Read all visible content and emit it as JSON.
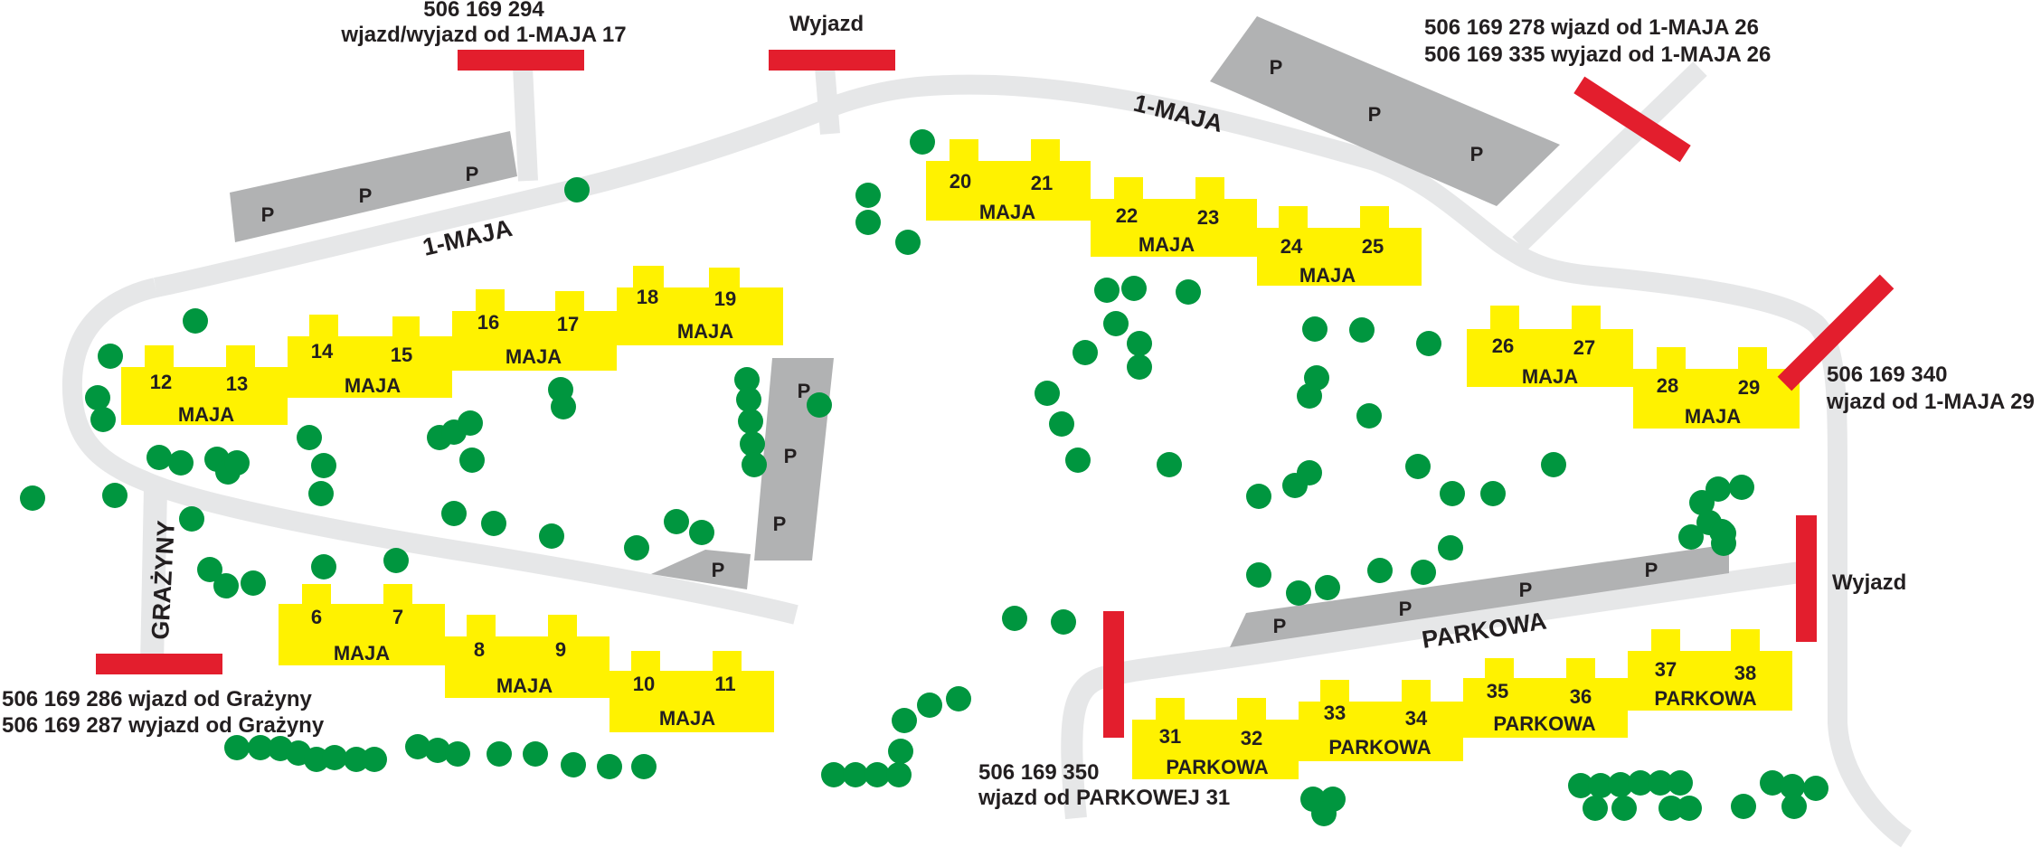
{
  "map": {
    "colors": {
      "road": "#e6e7e8",
      "parking": "#b1b2b3",
      "building": "#fff200",
      "tree": "#00963f",
      "gate_bar": "#e31e2d",
      "text": "#231f20"
    },
    "road_labels": {
      "maja_west": "1-MAJA",
      "maja_east": "1-MAJA",
      "grazyny": "GRAŻYNY",
      "parkowa": "PARKOWA"
    },
    "parking_label": "P",
    "buildings": [
      {
        "numbers": [
          "12",
          "13"
        ],
        "street": "MAJA"
      },
      {
        "numbers": [
          "14",
          "15"
        ],
        "street": "MAJA"
      },
      {
        "numbers": [
          "16",
          "17"
        ],
        "street": "MAJA"
      },
      {
        "numbers": [
          "18",
          "19"
        ],
        "street": "MAJA"
      },
      {
        "numbers": [
          "20",
          "21"
        ],
        "street": "MAJA"
      },
      {
        "numbers": [
          "22",
          "23"
        ],
        "street": "MAJA"
      },
      {
        "numbers": [
          "24",
          "25"
        ],
        "street": "MAJA"
      },
      {
        "numbers": [
          "26",
          "27"
        ],
        "street": "MAJA"
      },
      {
        "numbers": [
          "28",
          "29"
        ],
        "street": "MAJA"
      },
      {
        "numbers": [
          "6",
          "7"
        ],
        "street": "MAJA"
      },
      {
        "numbers": [
          "8",
          "9"
        ],
        "street": "MAJA"
      },
      {
        "numbers": [
          "10",
          "11"
        ],
        "street": "MAJA"
      },
      {
        "numbers": [
          "31",
          "32"
        ],
        "street": "PARKOWA"
      },
      {
        "numbers": [
          "33",
          "34"
        ],
        "street": "PARKOWA"
      },
      {
        "numbers": [
          "35",
          "36"
        ],
        "street": "PARKOWA"
      },
      {
        "numbers": [
          "37",
          "38"
        ],
        "street": "PARKOWA"
      }
    ],
    "gates": {
      "top_left": {
        "line1": "506 169 294",
        "line2": "wjazd/wyjazd od 1-MAJA 17"
      },
      "top_exit": {
        "line1": "Wyjazd"
      },
      "top_right": {
        "line1": "506 169 278 wjazd od 1-MAJA 26",
        "line2": "506 169 335 wyjazd od 1-MAJA 26"
      },
      "right": {
        "line1": "506 169 340",
        "line2": "wjazd od 1-MAJA 29"
      },
      "right_exit": {
        "line1": "Wyjazd"
      },
      "bottom_left": {
        "line1": "506 169 286 wjazd od Grażyny",
        "line2": "506 169 287 wyjazd od Grażyny"
      },
      "parkowa": {
        "line1": "506 169 350",
        "line2": "wjazd od PARKOWEJ 31"
      }
    }
  }
}
